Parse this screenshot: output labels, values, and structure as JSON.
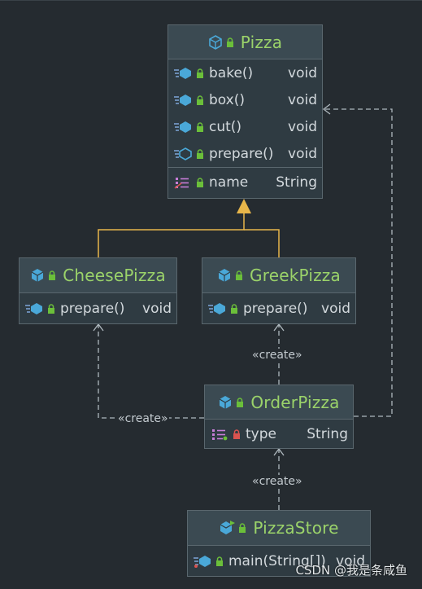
{
  "classes": {
    "pizza": {
      "title": "Pizza",
      "methods": [
        {
          "name": "bake()",
          "type": "void"
        },
        {
          "name": "box()",
          "type": "void"
        },
        {
          "name": "cut()",
          "type": "void"
        },
        {
          "name": "prepare()",
          "type": "void"
        }
      ],
      "fields": [
        {
          "name": "name",
          "type": "String"
        }
      ]
    },
    "cheese": {
      "title": "CheesePizza",
      "methods": [
        {
          "name": "prepare()",
          "type": "void"
        }
      ]
    },
    "greek": {
      "title": "GreekPizza",
      "methods": [
        {
          "name": "prepare()",
          "type": "void"
        }
      ]
    },
    "order": {
      "title": "OrderPizza",
      "fields": [
        {
          "name": "type",
          "type": "String"
        }
      ]
    },
    "store": {
      "title": "PizzaStore",
      "methods": [
        {
          "name": "main(String[])",
          "type": "void"
        }
      ]
    }
  },
  "edges": {
    "create_label": "«create»"
  },
  "watermark": "CSDN @我是条咸鱼",
  "colors": {
    "title": "#9bd36a",
    "inheritance": "#e8b64a",
    "dependency": "#aeb8be",
    "lock_public": "#6bbf3a",
    "lock_private": "#d9534f",
    "class_icon": "#4aa8d8"
  }
}
